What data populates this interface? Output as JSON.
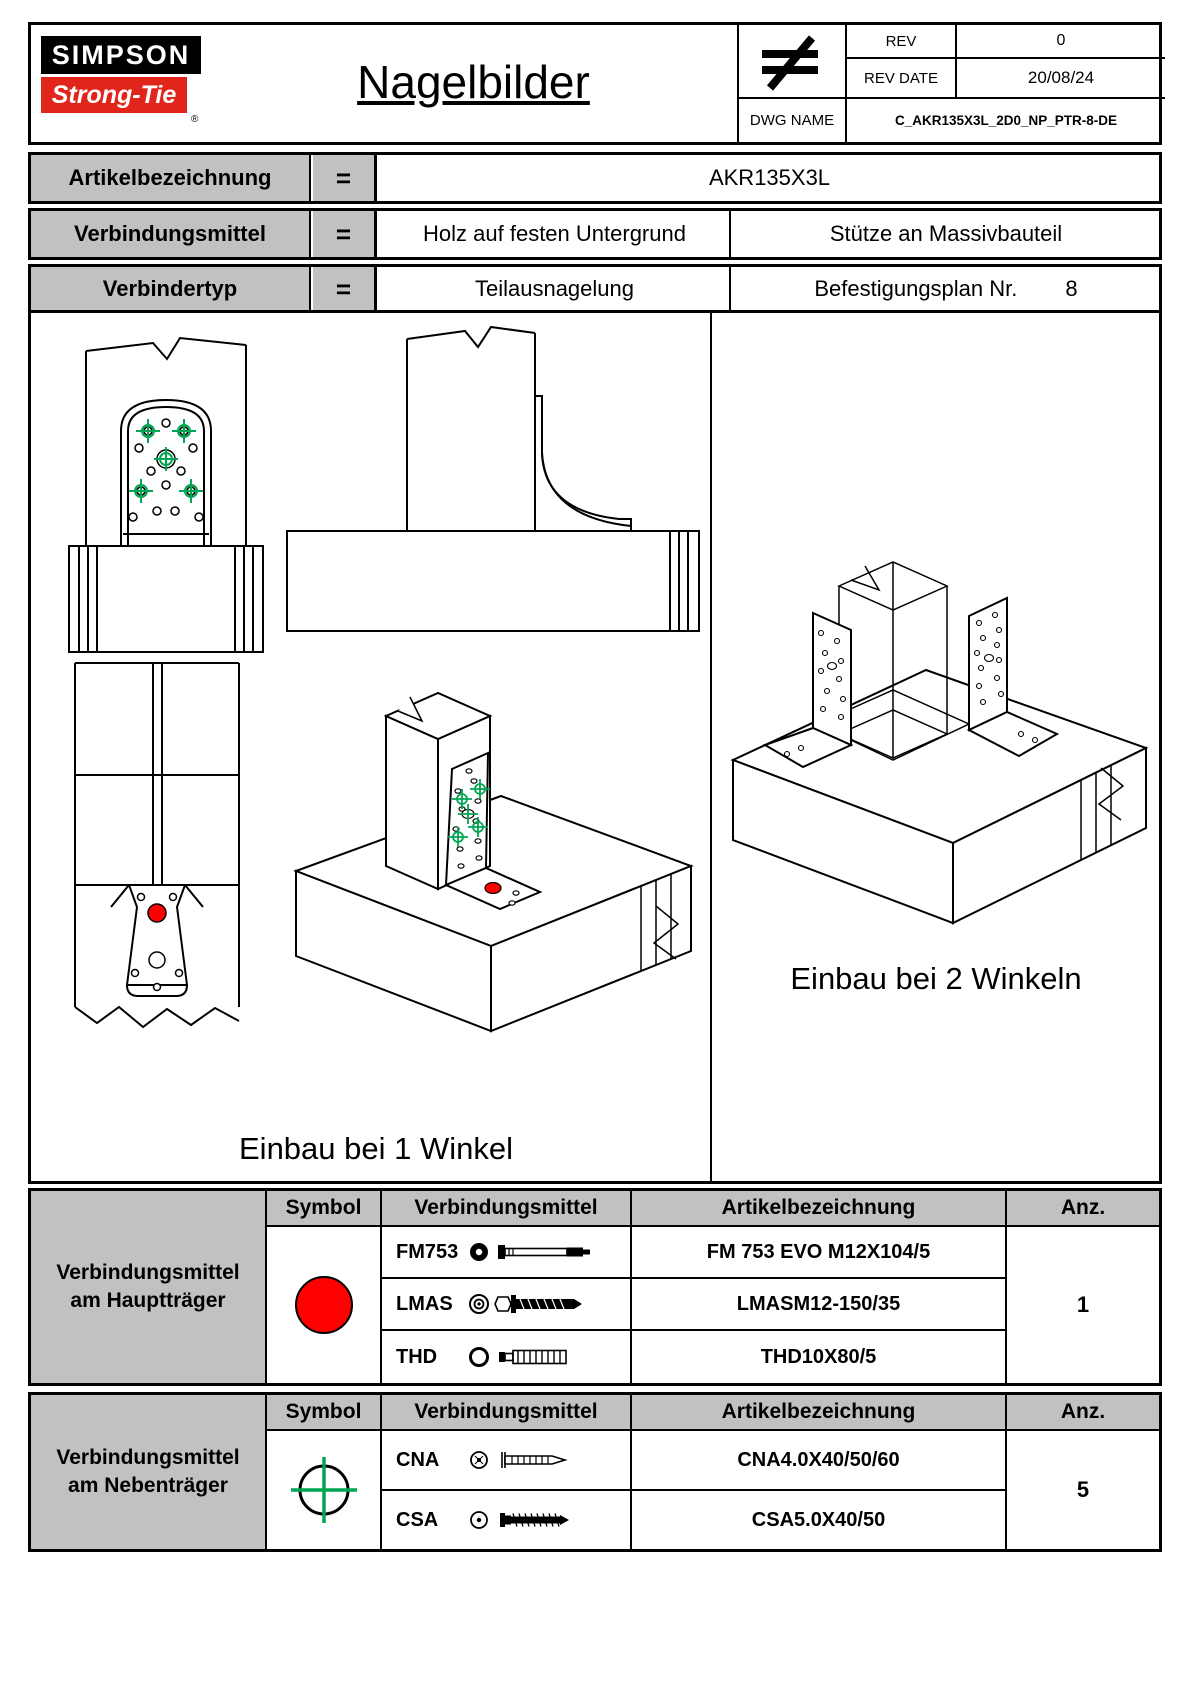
{
  "page": {
    "accent_red": "#e1251b",
    "marker_red": "#ff0000",
    "marker_green": "#00a651",
    "cell_grey": "#c1c1c1"
  },
  "header": {
    "logo_line1": "SIMPSON",
    "logo_line2": "Strong-Tie",
    "logo_registered": "®",
    "title": "Nagelbilder",
    "projection_symbol": "first-angle-projection",
    "rev_label": "REV",
    "rev_value": "0",
    "rev_date_label": "REV DATE",
    "rev_date_value": "20/08/24",
    "dwg_name_label": "DWG NAME",
    "dwg_name_value": "C_AKR135X3L_2D0_NP_PTR-8-DE"
  },
  "info": {
    "rows": [
      {
        "label": "Artikelbezeichnung",
        "eq": "=",
        "value": "AKR135X3L"
      },
      {
        "label": "Verbindungsmittel",
        "eq": "=",
        "value1": "Holz auf festen Untergrund",
        "value2": "Stütze an Massivbauteil"
      },
      {
        "label": "Verbindertyp",
        "eq": "=",
        "value1": "Teilausnagelung",
        "value2_label": "Befestigungsplan Nr.",
        "value2_number": "8"
      }
    ]
  },
  "drawings": {
    "caption_one": "Einbau bei 1 Winkel",
    "caption_two": "Einbau bei 2 Winkeln"
  },
  "fastener_tables": [
    {
      "row_header_line1": "Verbindungsmittel",
      "row_header_line2": "am Hauptträger",
      "col_symbol": "Symbol",
      "col_fastener": "Verbindungsmittel",
      "col_article": "Artikelbezeichnung",
      "col_qty": "Anz.",
      "symbol": "red-filled-circle",
      "rows": [
        {
          "code": "FM753",
          "icon": "fm753-bolt-icon",
          "article": "FM 753 EVO M12X104/5"
        },
        {
          "code": "LMAS",
          "icon": "lmas-anchor-icon",
          "article": "LMASM12-150/35"
        },
        {
          "code": "THD",
          "icon": "thd-screw-anchor-icon",
          "article": "THD10X80/5"
        }
      ],
      "qty": "1"
    },
    {
      "row_header_line1": "Verbindungsmittel",
      "row_header_line2": "am Nebenträger",
      "col_symbol": "Symbol",
      "col_fastener": "Verbindungsmittel",
      "col_article": "Artikelbezeichnung",
      "col_qty": "Anz.",
      "symbol": "green-crosshair-circle",
      "rows": [
        {
          "code": "CNA",
          "icon": "cna-nail-icon",
          "article": "CNA4.0X40/50/60"
        },
        {
          "code": "CSA",
          "icon": "csa-screw-icon",
          "article": "CSA5.0X40/50"
        }
      ],
      "qty": "5"
    }
  ]
}
